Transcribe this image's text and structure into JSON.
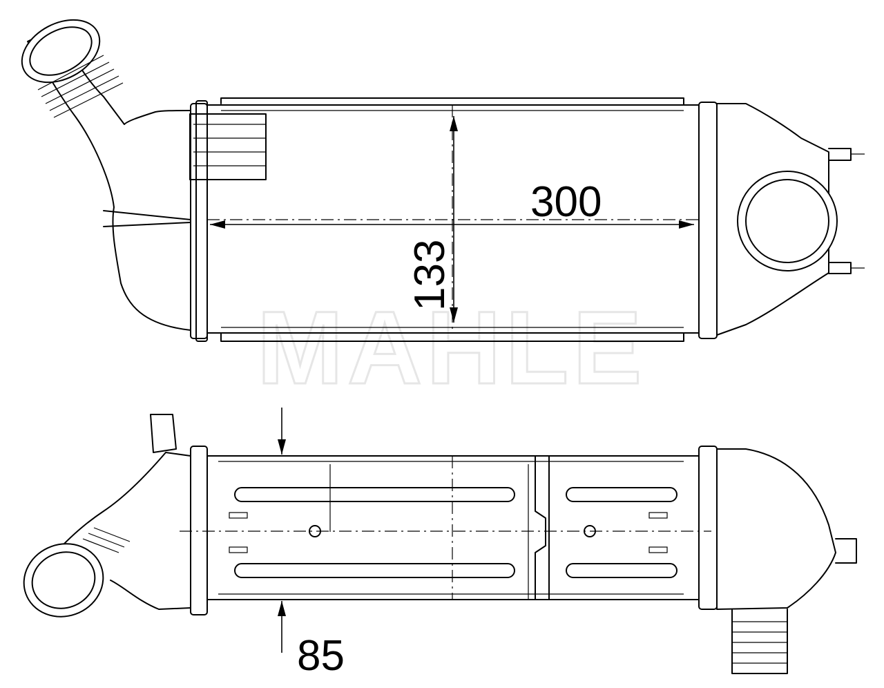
{
  "brand": {
    "watermark": "MAHLE"
  },
  "dimensions": {
    "length": "300",
    "height": "133",
    "depth": "85"
  },
  "views": {
    "top": {
      "icon": "intercooler-front-view-icon"
    },
    "bottom": {
      "icon": "intercooler-top-view-icon"
    }
  },
  "colors": {
    "line": "#000000",
    "background": "#ffffff",
    "watermark": "#e6e6e6"
  }
}
